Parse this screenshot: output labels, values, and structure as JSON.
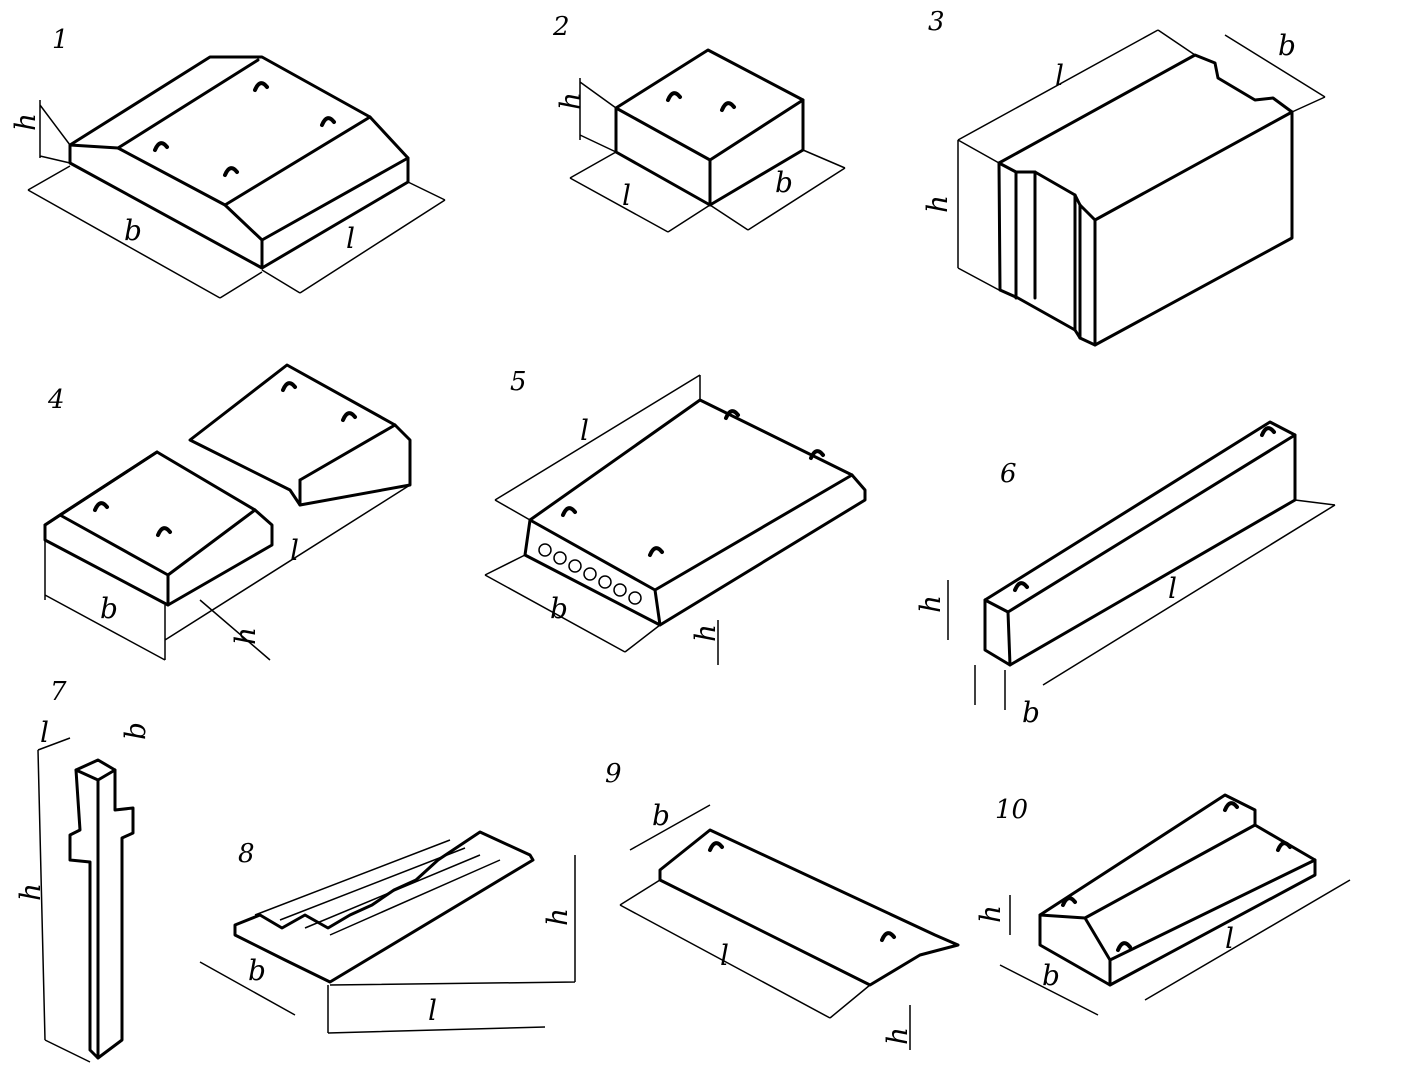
{
  "figure": {
    "items": [
      {
        "number": "1",
        "dims": [
          "h",
          "b",
          "l"
        ]
      },
      {
        "number": "2",
        "dims": [
          "h",
          "l",
          "b"
        ]
      },
      {
        "number": "3",
        "dims": [
          "l",
          "b",
          "h"
        ]
      },
      {
        "number": "4",
        "dims": [
          "l",
          "b",
          "h"
        ]
      },
      {
        "number": "5",
        "dims": [
          "l",
          "b",
          "h"
        ]
      },
      {
        "number": "6",
        "dims": [
          "h",
          "l",
          "b"
        ]
      },
      {
        "number": "7",
        "dims": [
          "l",
          "b",
          "h"
        ]
      },
      {
        "number": "8",
        "dims": [
          "b",
          "h",
          "l"
        ]
      },
      {
        "number": "9",
        "dims": [
          "b",
          "l",
          "h"
        ]
      },
      {
        "number": "10",
        "dims": [
          "h",
          "b",
          "l"
        ]
      }
    ]
  }
}
